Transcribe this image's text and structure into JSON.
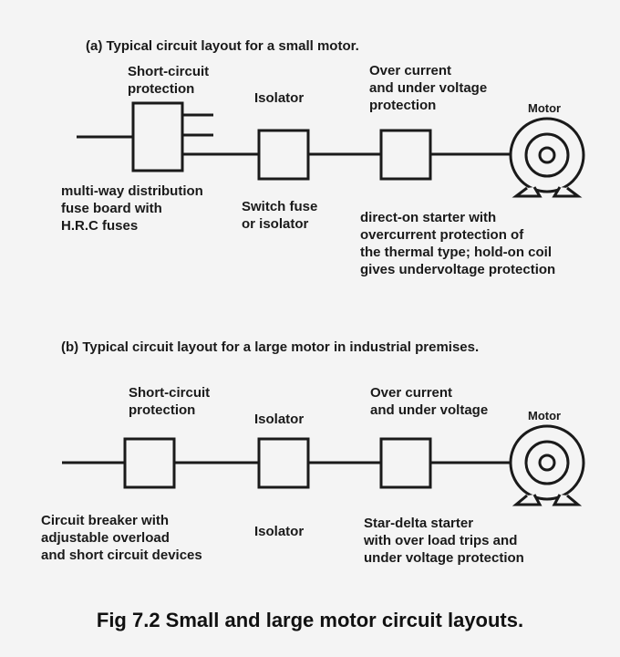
{
  "part_a": {
    "heading": "(a) Typical circuit layout for a small motor.",
    "short_circuit_title": "Short-circuit\nprotection",
    "isolator_title": "Isolator",
    "overcurrent_title": "Over current\nand under voltage\nprotection",
    "motor_label": "Motor",
    "fuse_board_desc": "multi-way distribution\nfuse board with\nH.R.C fuses",
    "switch_fuse_desc": "Switch fuse\nor isolator",
    "starter_desc": "direct-on starter with\novercurrent protection of\nthe thermal type; hold-on coil\ngives undervoltage protection"
  },
  "part_b": {
    "heading": "(b) Typical circuit layout for a large motor in industrial premises.",
    "short_circuit_title": "Short-circuit\nprotection",
    "isolator_title": "Isolator",
    "overcurrent_title": "Over current\nand under voltage",
    "motor_label": "Motor",
    "breaker_desc": "Circuit breaker with\nadjustable overload\nand short circuit devices",
    "isolator_desc": "Isolator",
    "starter_desc": "Star-delta starter\nwith over load trips and\nunder voltage protection"
  },
  "caption": "Fig 7.2 Small and large motor circuit layouts.",
  "colors": {
    "line": "#1a1a1a",
    "box_fill": "#f4f4f4",
    "background": "#f4f4f4"
  }
}
